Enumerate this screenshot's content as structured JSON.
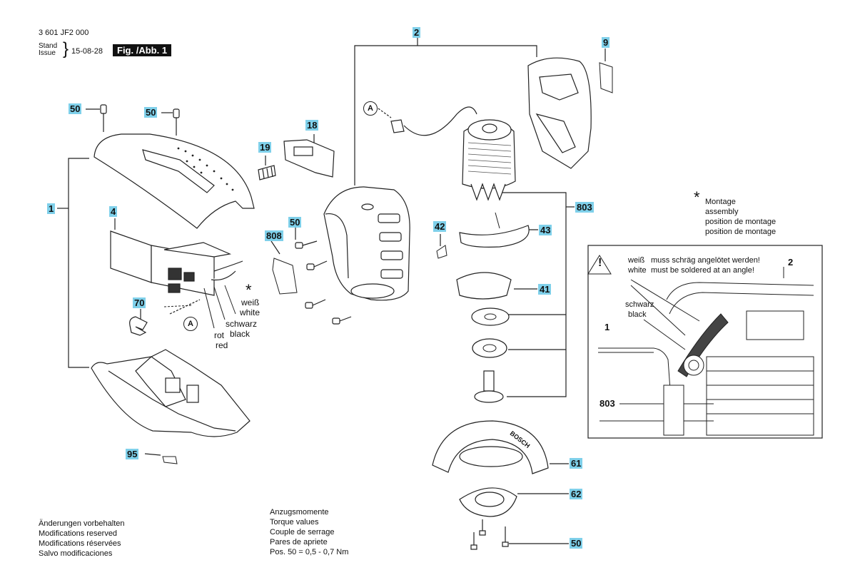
{
  "header": {
    "part_number": "3 601 JF2 000",
    "stand_label": "Stand",
    "issue_label": "Issue",
    "date": "15-08-28",
    "fig_label": "Fig. /Abb. 1"
  },
  "callouts": {
    "c2": "2",
    "c9": "9",
    "c50a": "50",
    "c50b": "50",
    "c18": "18",
    "c19": "19",
    "c1": "1",
    "c4": "4",
    "c803": "803",
    "c50c": "50",
    "c808": "808",
    "c42": "42",
    "c43": "43",
    "c41": "41",
    "c70": "70",
    "c95": "95",
    "c61": "61",
    "c62": "62",
    "c50d": "50"
  },
  "connector": {
    "a1": "A",
    "a2": "A"
  },
  "wire_labels": {
    "star": "*",
    "weiss": "weiß",
    "white": "white",
    "schwarz": "schwarz",
    "black": "black",
    "rot": "rot",
    "red": "red"
  },
  "assembly_note": {
    "star": "*",
    "l1": "Montage",
    "l2": "assembly",
    "l3": "position de montage",
    "l4": "position de montage"
  },
  "inset": {
    "weiss": "weiß",
    "white": "white",
    "warn_de": "muss schräg angelötet werden!",
    "warn_en": "must be soldered at an angle!",
    "schwarz": "schwarz",
    "black": "black",
    "ref1": "1",
    "ref2": "2",
    "ref803": "803"
  },
  "footer_left": {
    "l1": "Änderungen vorbehalten",
    "l2": "Modifications reserved",
    "l3": "Modifications réservées",
    "l4": "Salvo modificaciones"
  },
  "footer_torque": {
    "l1": "Anzugsmomente",
    "l2": "Torque values",
    "l3": "Couple de serrage",
    "l4": "Pares de apriete",
    "l5": "Pos. 50 =  0,5 - 0,7 Nm"
  },
  "brand_mark": "BOSCH",
  "colors": {
    "callout_bg": "#7fd0ea",
    "ink": "#111111"
  }
}
